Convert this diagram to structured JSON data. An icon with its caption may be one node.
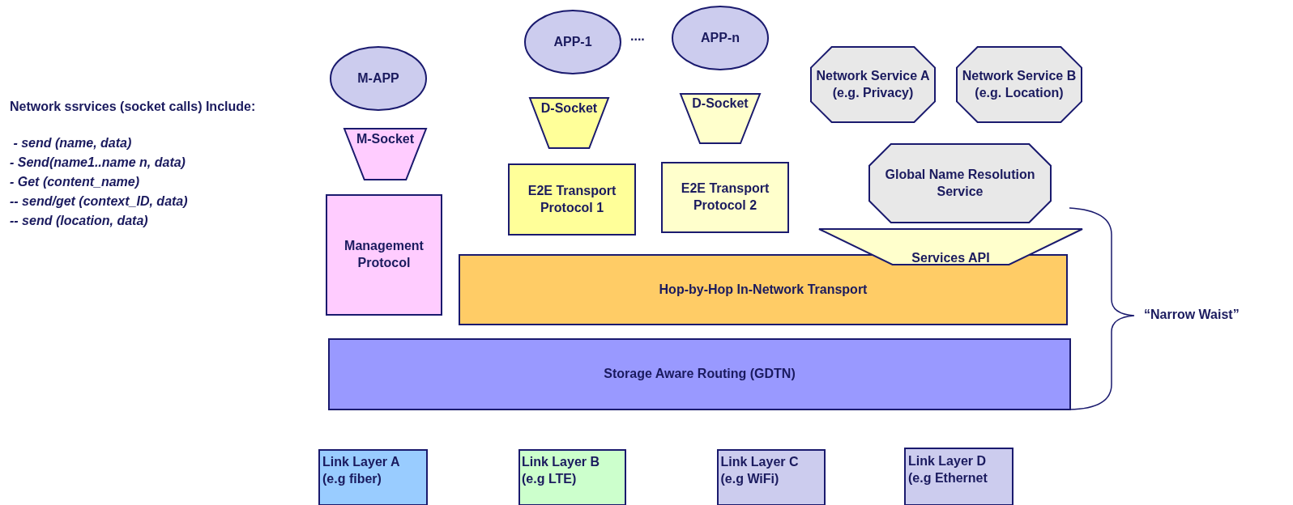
{
  "diagram": {
    "nodes": [
      {
        "text": [
          "M-APP"
        ]
      },
      {
        "text": [
          "APP-1"
        ]
      },
      {
        "text": [
          "APP-n"
        ]
      },
      {
        "text": [
          "Network Service A (e.g. Privacy)"
        ]
      },
      {
        "text": [
          "Network Service B (e.g. Location)"
        ]
      },
      {
        "text": [
          "M-Socket"
        ]
      },
      {
        "text": [
          "D-Socket"
        ]
      },
      {
        "text": [
          "D-Socket"
        ]
      },
      {
        "text": [
          "Global Name Resolution Service"
        ]
      },
      {
        "text": [
          "E2E Transport Protocol 1"
        ]
      },
      {
        "text": [
          "E2E Transport Protocol 2"
        ]
      },
      {
        "text": [
          "Services API"
        ]
      },
      {
        "text": [
          "Management Protocol"
        ]
      },
      {
        "text": [
          "Hop-by-Hop In-Network Transport"
        ]
      },
      {
        "text": [
          "Storage Aware Routing (GDTN)"
        ]
      },
      {
        "text": [
          "Link Layer A (e.g fiber)"
        ]
      },
      {
        "text": [
          "Link Layer B (e.g LTE)"
        ]
      },
      {
        "text": [
          "Link Layer C (e.g WiFi)"
        ]
      },
      {
        "text": [
          "Link Layer D (e.g Ethernet"
        ]
      }
    ],
    "edges": [],
    "labels": [
      "Network ssrvices (socket calls) Include:",
      " - send (name, data)",
      "- Send(name1..name n, data)",
      "- Get (content_name)",
      "-- send/get (context_ID, data)",
      "-- send (location, data)",
      "....",
      "“Narrow Waist”"
    ]
  }
}
